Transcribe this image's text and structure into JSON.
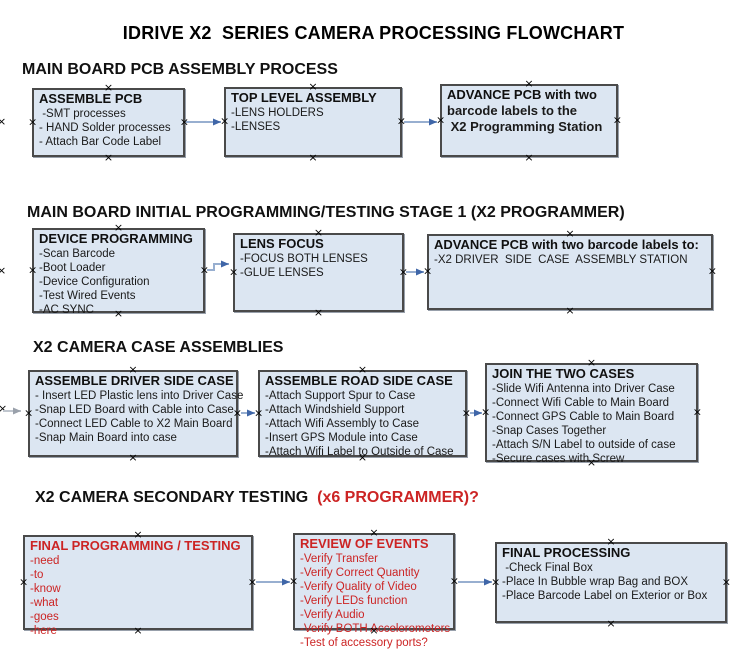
{
  "page_title": "IDRIVE X2  SERIES CAMERA PROCESSING FLOWCHART",
  "colors": {
    "box_fill": "#dce6f2",
    "box_border": "#4a4a4a",
    "red_text": "#cc2424",
    "arrow_shaft": "#98afd0",
    "arrow_head": "#3f66a8"
  },
  "sections": [
    {
      "heading": "MAIN BOARD PCB ASSEMBLY PROCESS",
      "boxes": [
        {
          "title": "ASSEMBLE PCB",
          "items": [
            " -SMT processes",
            "- HAND Solder processes",
            "- Attach Bar Code Label"
          ]
        },
        {
          "title": "TOP LEVEL ASSEMBLY",
          "items": [
            "-LENS HOLDERS",
            "-LENSES"
          ]
        },
        {
          "title": "ADVANCE PCB with two",
          "items": [
            "barcode labels to the",
            " X2 Programming Station"
          ]
        }
      ]
    },
    {
      "heading": "MAIN BOARD INITIAL PROGRAMMING/TESTING STAGE 1 (X2 PROGRAMMER)",
      "boxes": [
        {
          "title": "DEVICE PROGRAMMING",
          "items": [
            "-Scan Barcode",
            "-Boot Loader",
            "-Device Configuration",
            "-Test Wired Events",
            "-AC SYNC"
          ]
        },
        {
          "title": "LENS FOCUS",
          "items": [
            "-FOCUS BOTH LENSES",
            "-GLUE LENSES"
          ]
        },
        {
          "title": "ADVANCE PCB with two barcode labels to:",
          "items": [
            "-X2 DRIVER  SIDE  CASE  ASSEMBLY STATION"
          ]
        }
      ]
    },
    {
      "heading": "X2 CAMERA CASE ASSEMBLIES",
      "boxes": [
        {
          "title": "ASSEMBLE DRIVER SIDE CASE",
          "items": [
            "- Insert LED Plastic lens into Driver Case",
            "-Snap LED Board with Cable into Case",
            "-Connect LED Cable to X2 Main Board",
            "-Snap Main Board into case"
          ]
        },
        {
          "title": "ASSEMBLE ROAD SIDE CASE",
          "items": [
            "-Attach Support Spur to Case",
            "-Attach Windshield Support",
            "-Attach Wifi Assembly to Case",
            "-Insert GPS Module into Case",
            "-Attach Wifi Label to Outside of Case"
          ]
        },
        {
          "title": "JOIN THE TWO CASES",
          "items": [
            "-Slide Wifi Antenna into Driver Case",
            "-Connect Wifi Cable to Main Board",
            "-Connect GPS Cable to Main Board",
            "-Snap Cases Together",
            "-Attach S/N Label to outside of case",
            "-Secure cases with Screw"
          ]
        }
      ]
    },
    {
      "heading": "X2 CAMERA SECONDARY TESTING",
      "heading_red": "  (x6 PROGRAMMER)?",
      "boxes": [
        {
          "title": "FINAL PROGRAMMING / TESTING",
          "items": [
            "-need",
            "-to",
            "-know",
            "-what",
            "-goes",
            "-here"
          ]
        },
        {
          "title": "REVIEW OF EVENTS",
          "items": [
            "-Verify Transfer",
            "-Verify Correct Quantity",
            "-Verify Quality of Video",
            "-Verify LEDs function",
            "-Verify Audio",
            "-Verify BOTH Accelerometers",
            "-Test of accessory ports?"
          ]
        },
        {
          "title": "FINAL PROCESSING",
          "items": [
            " -Check Final Box",
            "-Place In Bubble wrap Bag and BOX",
            "-Place Barcode Label on Exterior or Box"
          ]
        }
      ]
    }
  ]
}
